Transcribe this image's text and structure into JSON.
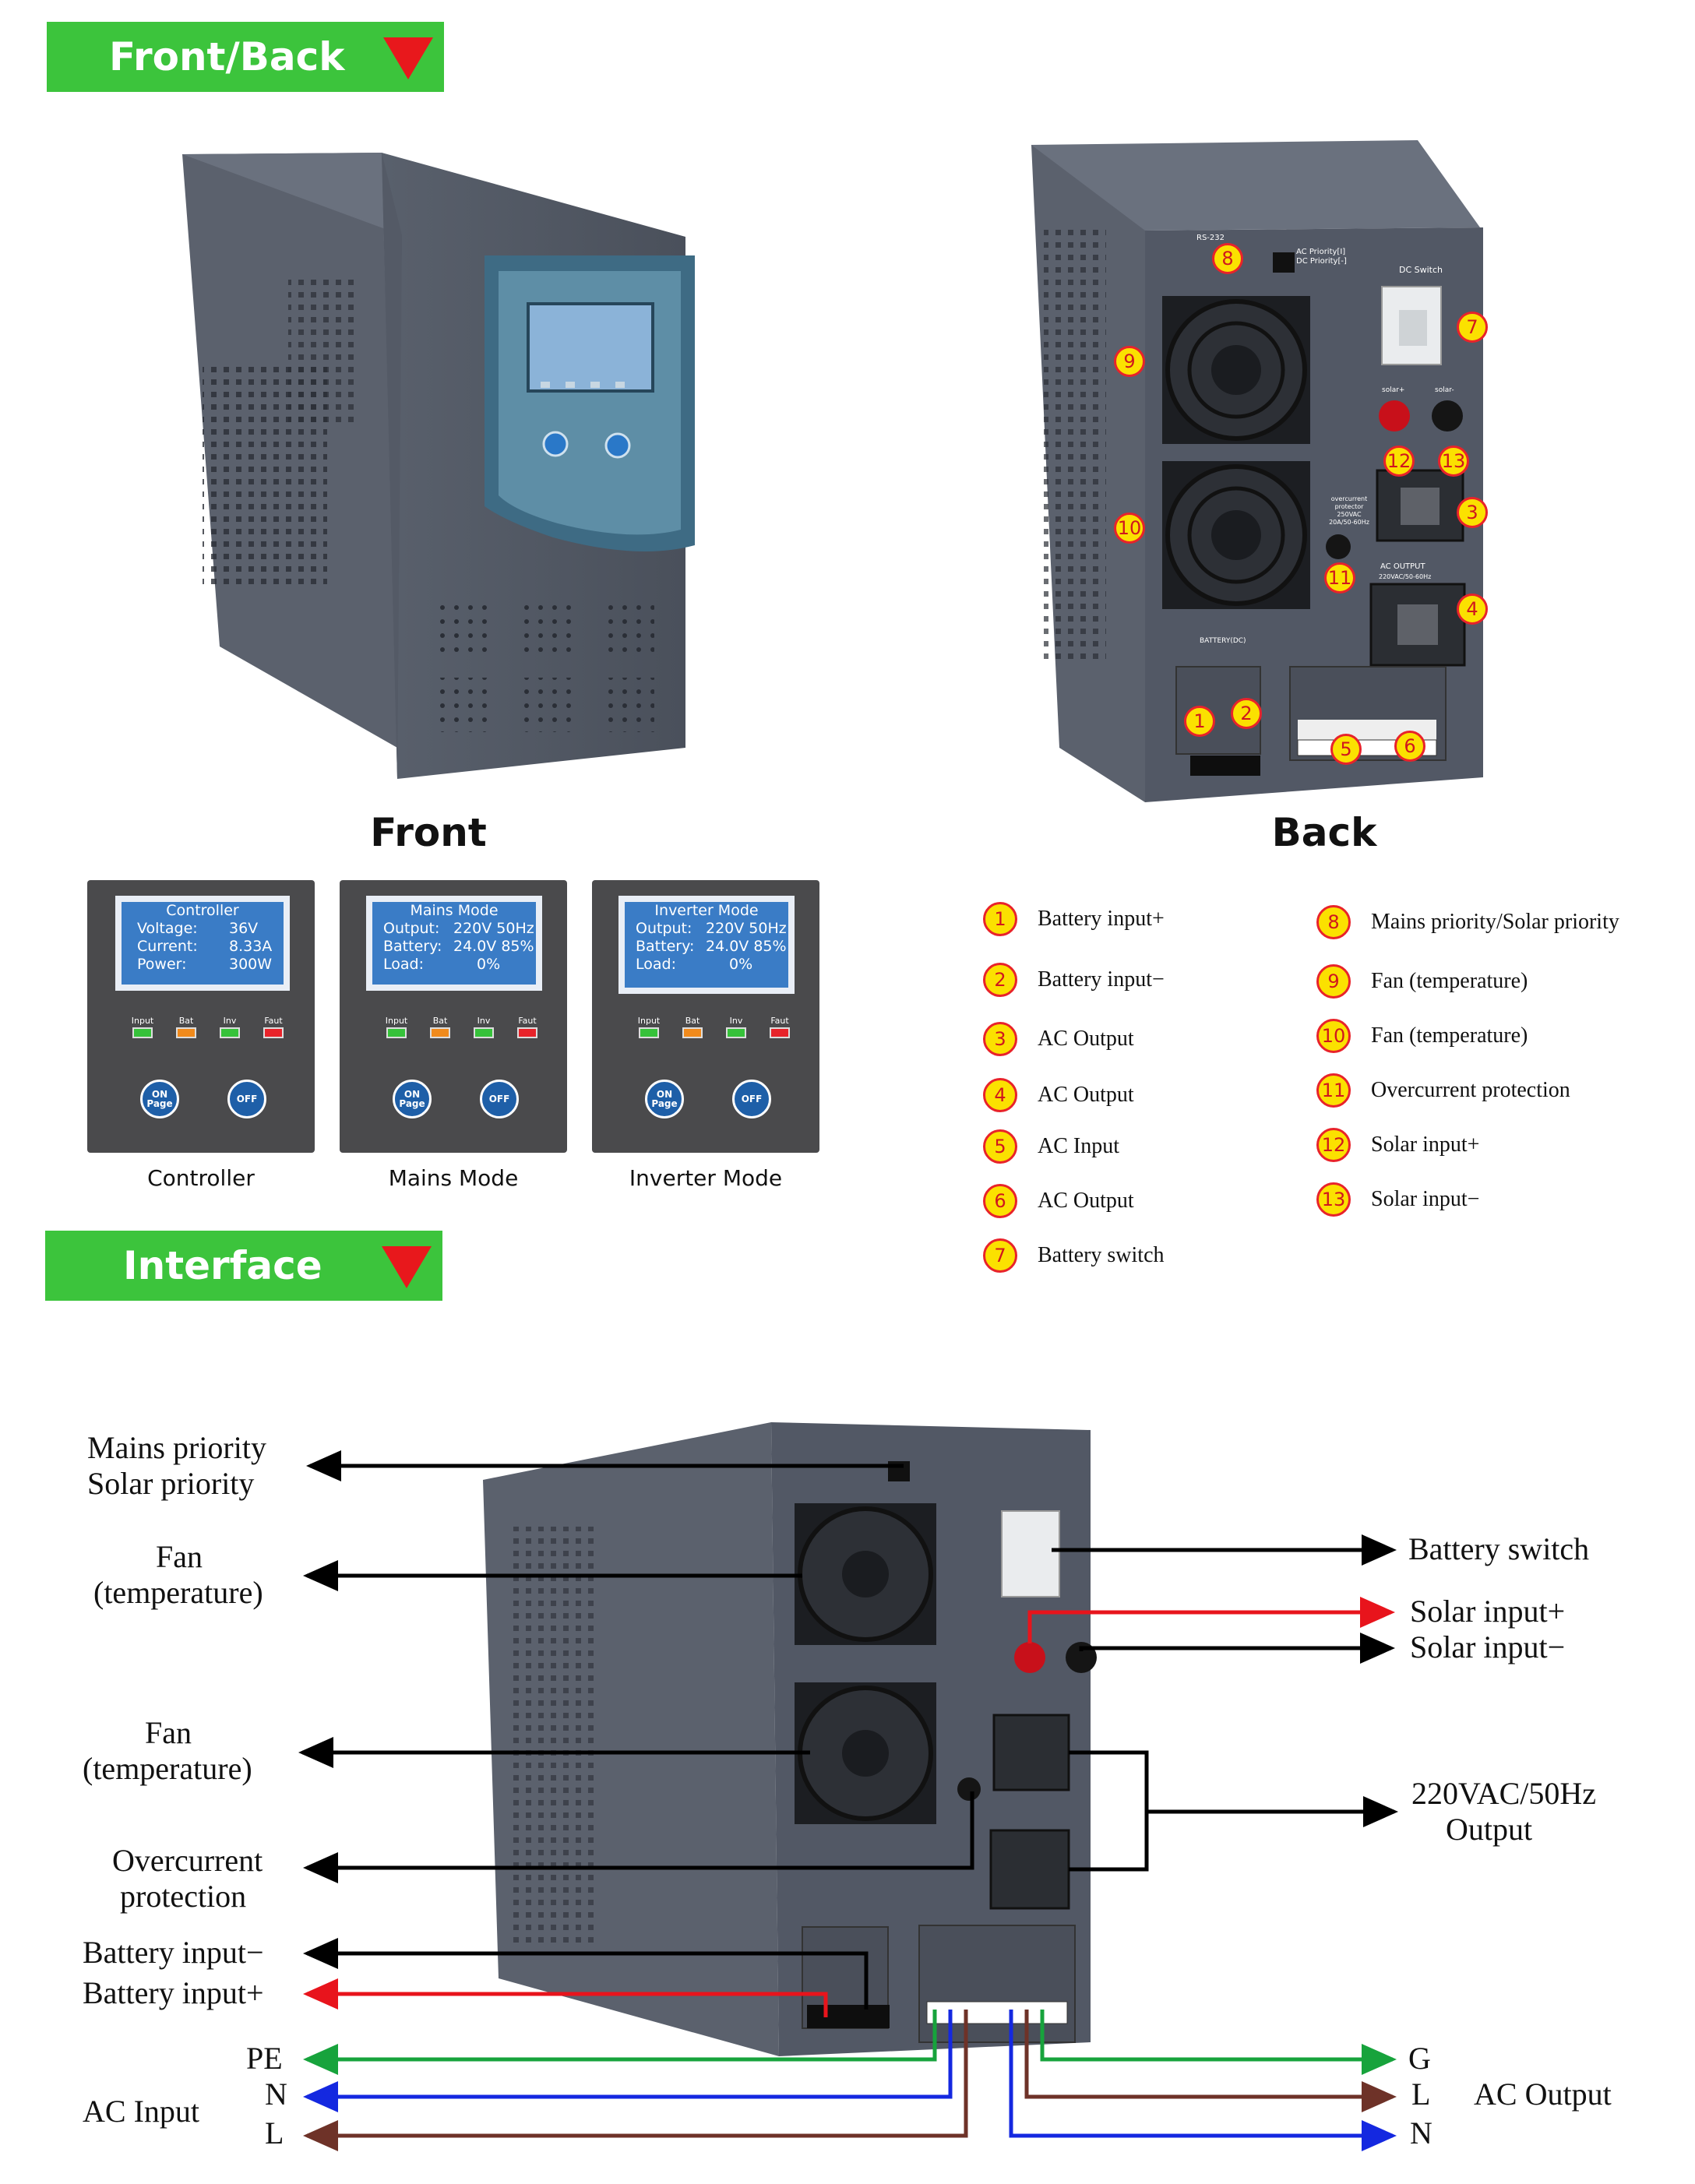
{
  "sections": {
    "front_back_title": "Front/Back",
    "interface_title": "Interface"
  },
  "views": {
    "front": "Front",
    "back": "Back"
  },
  "panels": [
    {
      "caption": "Controller",
      "title": "Controller",
      "rows": [
        [
          "Voltage:",
          "36V"
        ],
        [
          "Current:",
          "8.33A"
        ],
        [
          "Power:",
          "300W"
        ]
      ]
    },
    {
      "caption": "Mains Mode",
      "title": "Mains Mode",
      "rows": [
        [
          "Output:",
          "220V 50Hz"
        ],
        [
          "Battery:",
          "24.0V 85%"
        ],
        [
          "Load:",
          "0%"
        ]
      ]
    },
    {
      "caption": "Inverter Mode",
      "title": "Inverter Mode",
      "rows": [
        [
          "Output:",
          "220V 50Hz"
        ],
        [
          "Battery:",
          "24.0V 85%"
        ],
        [
          "Load:",
          "0%"
        ]
      ]
    }
  ],
  "indicators": [
    "Input",
    "Bat",
    "Inv",
    "Faut"
  ],
  "indicator_colors": [
    "#36c23a",
    "#f08a1c",
    "#36c23a",
    "#e8232a"
  ],
  "buttons": {
    "on": "ON Page",
    "off": "OFF"
  },
  "legend": [
    {
      "n": "1",
      "label": "Battery input+"
    },
    {
      "n": "2",
      "label": "Battery input−"
    },
    {
      "n": "3",
      "label": "AC  Output"
    },
    {
      "n": "4",
      "label": "AC  Output"
    },
    {
      "n": "5",
      "label": "AC  Input"
    },
    {
      "n": "6",
      "label": "AC  Output"
    },
    {
      "n": "7",
      "label": "Battery switch"
    },
    {
      "n": "8",
      "label": "Mains priority/Solar priority"
    },
    {
      "n": "9",
      "label": "Fan (temperature)"
    },
    {
      "n": "10",
      "label": "Fan (temperature)"
    },
    {
      "n": "11",
      "label": "Overcurrent protection"
    },
    {
      "n": "12",
      "label": "Solar input+"
    },
    {
      "n": "13",
      "label": "Solar input−"
    }
  ],
  "back_labels": {
    "rs232": "RS-232",
    "ac_priority": "AC Priority[I]",
    "dc_priority": "DC Priority[-]",
    "dc_switch": "DC Switch",
    "solar_plus": "solar+",
    "solar_minus": "solar-",
    "overcurrent": "overcurrent protector 250VAC 20A/50-60Hz",
    "ac_output": "AC OUTPUT",
    "ac_output_rating": "220VAC/50-60Hz",
    "battery_dc": "BATTERY(DC)"
  },
  "interface": {
    "mains_priority": "Mains priority",
    "solar_priority": "Solar priority",
    "fan1_a": "Fan",
    "fan1_b": "(temperature)",
    "fan2_a": "Fan",
    "fan2_b": "(temperature)",
    "overcurrent_a": "Overcurrent",
    "overcurrent_b": "protection",
    "battery_minus": "Battery input−",
    "battery_plus": "Battery input+",
    "pe": "PE",
    "n": "N",
    "l": "L",
    "ac_input": "AC Input",
    "battery_switch": "Battery switch",
    "solar_plus": "Solar input+",
    "solar_minus": "Solar input−",
    "output_a": "220VAC/50Hz",
    "output_b": "Output",
    "g_out": "G",
    "l_out": "L",
    "n_out": "N",
    "ac_output": "AC Output"
  },
  "colors": {
    "banner": "#3cc43c",
    "triangle": "#e8181c",
    "badge_fill": "#fbe100",
    "badge_ring": "#e8232a",
    "wire_red": "#e8141c",
    "wire_green": "#17a33c",
    "wire_blue": "#1428e0",
    "wire_brown": "#6e3228",
    "screen": "#3a7cc6",
    "case": "#4d5360"
  }
}
